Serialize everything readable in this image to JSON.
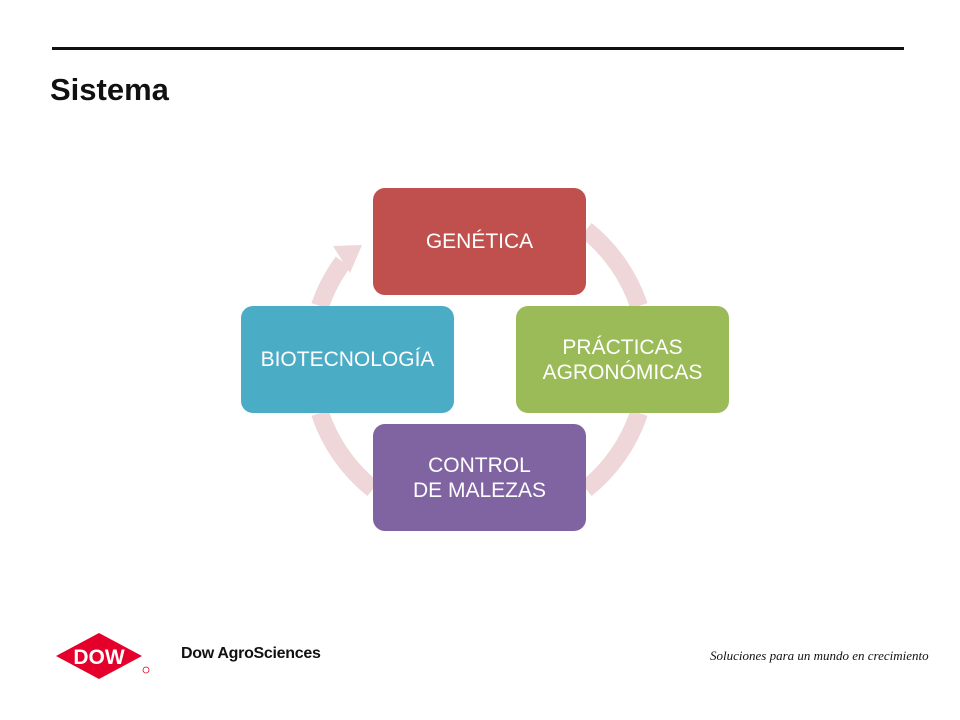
{
  "slide": {
    "title": "Sistema"
  },
  "diagram": {
    "type": "cycle",
    "ring_color": "#EFD6D8",
    "nodes": [
      {
        "id": "genetica",
        "label": "GENÉTICA",
        "color": "#C0504D"
      },
      {
        "id": "practicas",
        "label": "PRÁCTICAS\nAGRONÓMICAS",
        "color": "#9BBB59"
      },
      {
        "id": "control",
        "label": "CONTROL\nDE MALEZAS",
        "color": "#8064A2"
      },
      {
        "id": "biotec",
        "label": "BIOTECNOLOGÍA",
        "color": "#4BACC6"
      }
    ]
  },
  "footer": {
    "logo_text": "DOW",
    "logo_color": "#E4002B",
    "brand": "Dow AgroSciences",
    "tagline": "Soluciones para un mundo en crecimiento"
  }
}
